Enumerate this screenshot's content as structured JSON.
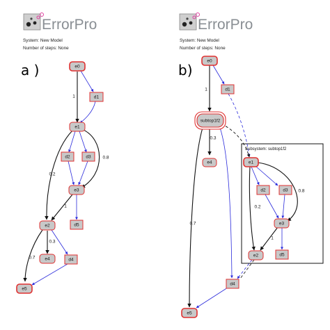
{
  "header": {
    "brand": "ErrorPro",
    "system_line": "System: New Model",
    "steps_line": "Number of steps: None"
  },
  "panels": {
    "a_label": "a )",
    "b_label": "b)"
  },
  "subsystem_label": "Subsystem: subtop1f2",
  "colors": {
    "node_fill": "#c8c8c8",
    "node_border": "#e03030",
    "edge_black": "#111111",
    "edge_blue": "#2a2adb",
    "logo_pink": "#e040a0",
    "brand_grey": "#8a8f94"
  },
  "diagram_a": {
    "nodes": [
      {
        "id": "e0",
        "label": "e0",
        "shape": "round"
      },
      {
        "id": "d1",
        "label": "d1",
        "shape": "rect"
      },
      {
        "id": "e1",
        "label": "e1",
        "shape": "round"
      },
      {
        "id": "d2",
        "label": "d2",
        "shape": "rect"
      },
      {
        "id": "d3",
        "label": "d3",
        "shape": "rect"
      },
      {
        "id": "e3",
        "label": "e3",
        "shape": "round"
      },
      {
        "id": "d5",
        "label": "d5",
        "shape": "rect"
      },
      {
        "id": "e2",
        "label": "e2",
        "shape": "round"
      },
      {
        "id": "e4",
        "label": "e4",
        "shape": "round"
      },
      {
        "id": "d4",
        "label": "d4",
        "shape": "rect"
      },
      {
        "id": "e5",
        "label": "e5",
        "shape": "round"
      }
    ],
    "edge_labels": [
      "1",
      "0.2",
      "0.8",
      "1",
      "0.3",
      "0.7"
    ]
  },
  "diagram_b": {
    "nodes": [
      {
        "id": "e0",
        "label": "e0"
      },
      {
        "id": "d1",
        "label": "d1"
      },
      {
        "id": "subtop",
        "label": "subtop1f2"
      },
      {
        "id": "e4",
        "label": "e4"
      },
      {
        "id": "d4",
        "label": "d4"
      },
      {
        "id": "e5",
        "label": "e5"
      },
      {
        "id": "se1",
        "label": "e1"
      },
      {
        "id": "sd2",
        "label": "d2"
      },
      {
        "id": "sd3",
        "label": "d3"
      },
      {
        "id": "se3",
        "label": "e3"
      },
      {
        "id": "sd5",
        "label": "d5"
      },
      {
        "id": "se2",
        "label": "e2"
      }
    ],
    "edge_labels": [
      "1",
      "0.3",
      "0.7",
      "0.2",
      "0.8",
      "1"
    ]
  }
}
